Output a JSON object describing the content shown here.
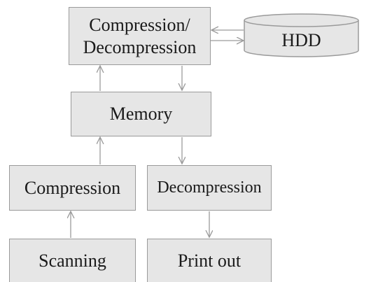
{
  "diagram": {
    "nodes": {
      "compdecomp_line1": "Compression/",
      "compdecomp_line2": "Decompression",
      "hdd": "HDD",
      "memory": "Memory",
      "compression": "Compression",
      "decompression": "Decompression",
      "scanning": "Scanning",
      "printout": "Print out"
    },
    "colors": {
      "box_fill": "#e6e6e6",
      "box_border": "#9a9a9a",
      "arrow": "#9a9a9a",
      "text": "#1a1a1a"
    }
  }
}
